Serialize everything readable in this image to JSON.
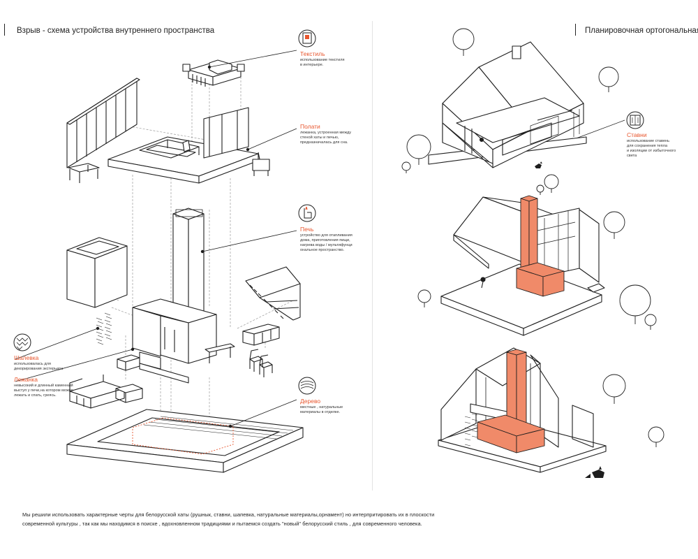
{
  "left_title": "Взрыв - схема устройства внутреннего пространства",
  "right_title": "Планировочная ортогональная схема",
  "annotations": {
    "textile": {
      "title": "Текстиль",
      "desc": [
        "использование текстиля",
        "в интерьере."
      ]
    },
    "polati": {
      "title": "Полати",
      "desc": [
        "лежанка, устроенная между",
        "стеной хаты и печью,",
        "предназначалась для сна."
      ]
    },
    "pech": {
      "title": "Печь",
      "desc": [
        "устройство для отапливания",
        "дома, приготовления пищи,",
        "нагрева воды / мультифунци",
        "ональное пространство."
      ]
    },
    "shalevka": {
      "title": "Шалевка",
      "desc": [
        "использовалась для",
        "декорирования экстерьера"
      ]
    },
    "lezhanka": {
      "title": "Лежанка",
      "desc": [
        "невысокий и длинный каменный",
        "выступ у печи,на котором можно",
        "лежать и спать, греясь."
      ]
    },
    "derevo": {
      "title": "Дерево",
      "desc": [
        "местные , натуральные",
        "материалы в отделке."
      ]
    },
    "stavni": {
      "title": "Ставни",
      "desc": [
        "использование ставень",
        "для сохранения тепла",
        "и изоляции от избыточного",
        "света"
      ]
    }
  },
  "footer": {
    "line1": "Мы решили использовать характерные черты для белорусской хаты (рушнык, ставни, шапевка, натуральные материалы,орнамент) но интерпритировать их в плоскости",
    "line2": "современной культуры , так как мы находимся в поиске , вдохновленном традициями и пытаемся создать \"новый\" белорусский стиль , для современного человека."
  },
  "colors": {
    "accent": "#e8562e",
    "fill": "#f08a69",
    "line": "#1e1e1e",
    "dash": "#9a9a9a"
  },
  "icons": [
    "bed-textile-icon",
    "stove-icon",
    "shalevka-pattern-icon",
    "wood-grain-icon",
    "shutters-icon",
    "cat-icon",
    "fox-icon"
  ]
}
